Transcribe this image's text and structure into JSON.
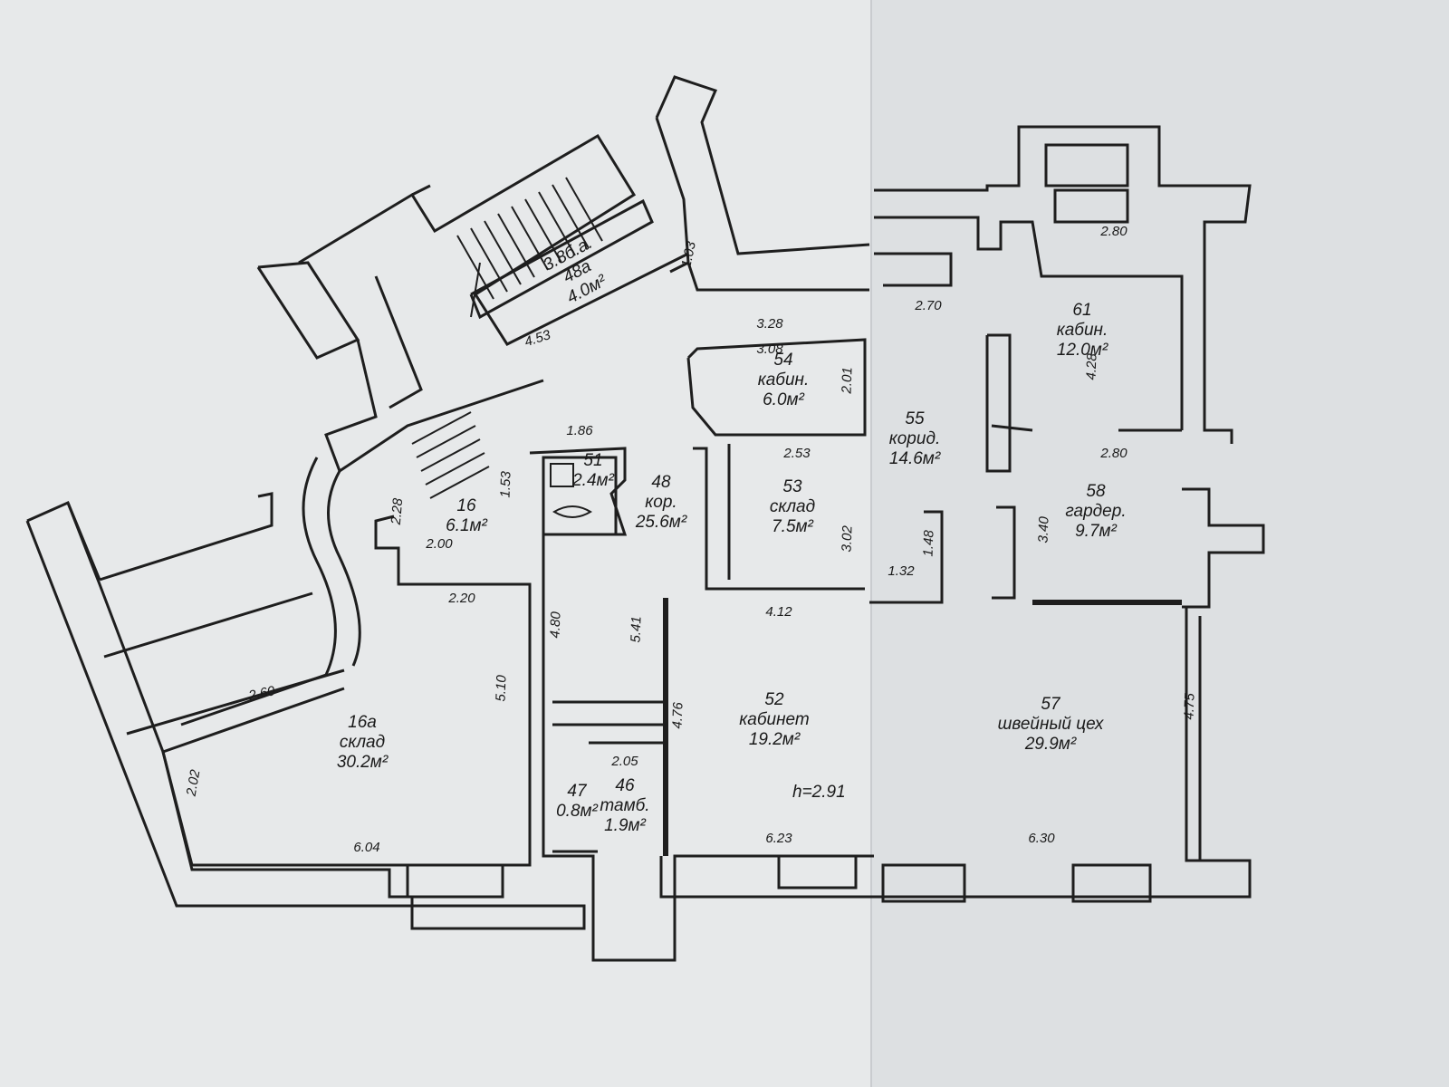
{
  "rooms": [
    {
      "num": "3.8б.а.",
      "name": "48а",
      "area": "4.0м²"
    },
    {
      "num": "54",
      "name": "кабин.",
      "area": "6.0м²"
    },
    {
      "num": "51",
      "name": "",
      "area": "2.4м²"
    },
    {
      "num": "48",
      "name": "кор.",
      "area": "25.6м²"
    },
    {
      "num": "53",
      "name": "склад",
      "area": "7.5м²"
    },
    {
      "num": "55",
      "name": "корид.",
      "area": "14.6м²"
    },
    {
      "num": "61",
      "name": "кабин.",
      "area": "12.0м²"
    },
    {
      "num": "58",
      "name": "гардер.",
      "area": "9.7м²"
    },
    {
      "num": "16",
      "name": "",
      "area": "6.1м²"
    },
    {
      "num": "16а",
      "name": "склад",
      "area": "30.2м²"
    },
    {
      "num": "52",
      "name": "кабинет",
      "area": "19.2м²"
    },
    {
      "num": "57",
      "name": "швейный цех",
      "area": "29.9м²"
    },
    {
      "num": "47",
      "name": "",
      "area": "0.8м²"
    },
    {
      "num": "46",
      "name": "тамб.",
      "area": "1.9м²"
    }
  ],
  "dimensions": [
    "1.03",
    "4.53",
    "3.28",
    "3.08",
    "2.01",
    "1.86",
    "2.53",
    "3.02",
    "2.70",
    "2.80",
    "4.28",
    "2.80",
    "3.40",
    "1.48",
    "1.32",
    "1.53",
    "2.28",
    "2.00",
    "2.20",
    "5.10",
    "4.80",
    "5.41",
    "4.12",
    "4.76",
    "2.60",
    "2.02",
    "2.05",
    "6.04",
    "6.23",
    "6.30",
    "4.75"
  ],
  "ceiling_height": "h=2.91"
}
